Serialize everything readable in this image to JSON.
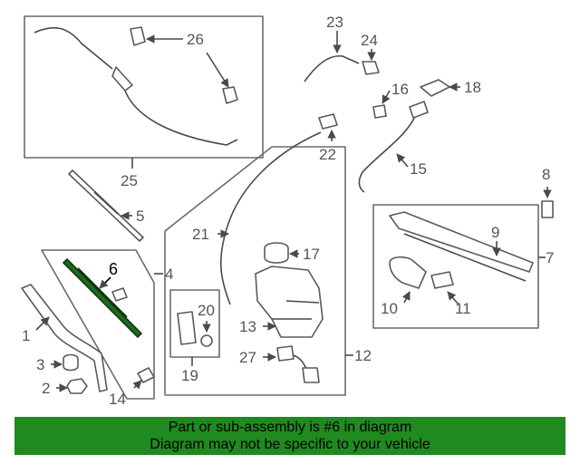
{
  "labels": {
    "p1": "1",
    "p2": "2",
    "p3": "3",
    "p4": "4",
    "p5": "5",
    "p6": "6",
    "p7": "7",
    "p8": "8",
    "p9": "9",
    "p10": "10",
    "p11": "11",
    "p12": "12",
    "p13": "13",
    "p14": "14",
    "p15": "15",
    "p16": "16",
    "p17": "17",
    "p18": "18",
    "p19": "19",
    "p20": "20",
    "p21": "21",
    "p22": "22",
    "p23": "23",
    "p24": "24",
    "p25": "25",
    "p26": "26",
    "p27": "27"
  },
  "highlighted_part": "6",
  "highlight_color": "#1f6a1f",
  "banner": {
    "line1": "Part or sub-assembly is #6 in diagram",
    "line2": "Diagram may not be specific to your vehicle",
    "background": "#1f8a1f"
  }
}
